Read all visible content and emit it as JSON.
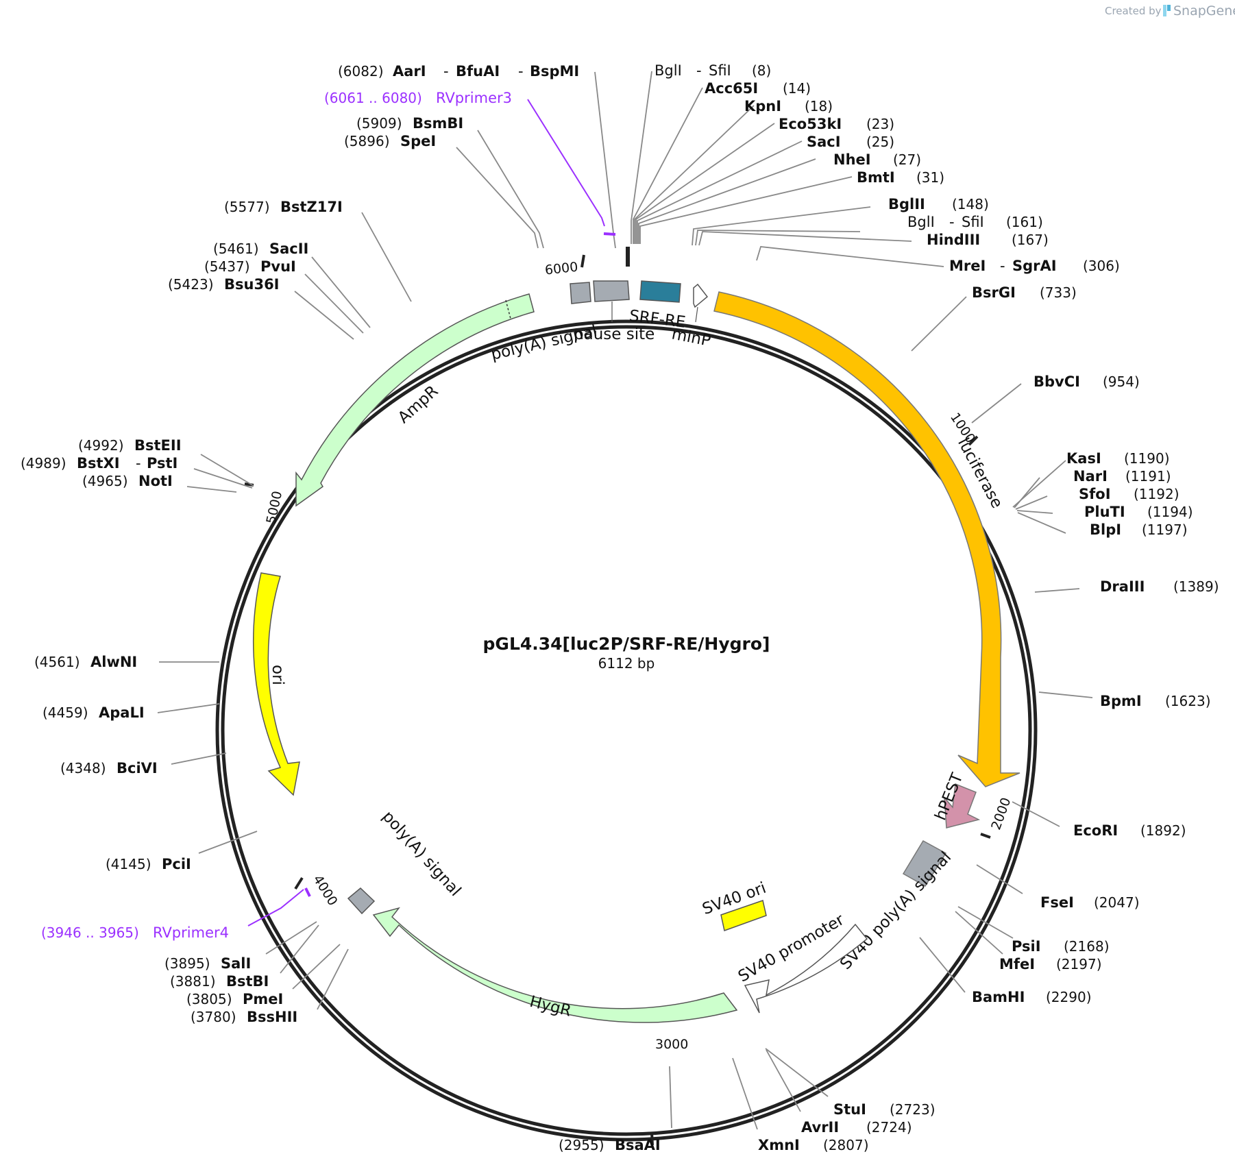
{
  "credit": {
    "prefix": "Created by",
    "brand": "SnapGene"
  },
  "plasmid": {
    "name": "pGL4.34[luc2P/SRF-RE/Hygro]",
    "length_label": "6112 bp"
  },
  "colors": {
    "backbone": "#222222",
    "luciferase": "#ffc200",
    "hpest": "#d392aa",
    "ori": "#ffff00",
    "sv40_ori": "#ffff00",
    "ampr": "#ccffcc",
    "hygr": "#ccffcc",
    "srf_re": "#2a7e9a",
    "grey_feature": "#a5abb2",
    "primer": "#9b30ff",
    "leader": "#888888"
  },
  "ticks": [
    "1000",
    "2000",
    "3000",
    "4000",
    "5000",
    "6000"
  ],
  "features": {
    "luciferase": "luciferase",
    "hpest": "hPEST",
    "ampr": "AmpR",
    "ori": "ori",
    "hygr": "HygR",
    "polya_top": "poly(A) signal",
    "pause_site": "pause site",
    "srf_re": "SRF-RE",
    "minp": "minP",
    "sv40_polya": "SV40 poly(A) signal",
    "sv40_promoter": "SV40 promoter",
    "sv40_ori": "SV40 ori",
    "polya_left": "poly(A) signal"
  },
  "sites": [
    {
      "pos": "(6082)",
      "names": [
        "AarI",
        "BfuAI",
        "BspMI"
      ]
    },
    {
      "pos": "(5909)",
      "names": [
        "BsmBI"
      ]
    },
    {
      "pos": "(5896)",
      "names": [
        "SpeI"
      ]
    },
    {
      "pos": "(5577)",
      "names": [
        "BstZ17I"
      ]
    },
    {
      "pos": "(5461)",
      "names": [
        "SacII"
      ]
    },
    {
      "pos": "(5437)",
      "names": [
        "PvuI"
      ]
    },
    {
      "pos": "(5423)",
      "names": [
        "Bsu36I"
      ]
    },
    {
      "pos": "(4992)",
      "names": [
        "BstEII"
      ]
    },
    {
      "pos": "(4989)",
      "names": [
        "BstXI",
        "PstI"
      ]
    },
    {
      "pos": "(4965)",
      "names": [
        "NotI"
      ]
    },
    {
      "pos": "(4561)",
      "names": [
        "AlwNI"
      ]
    },
    {
      "pos": "(4459)",
      "names": [
        "ApaLI"
      ]
    },
    {
      "pos": "(4348)",
      "names": [
        "BciVI"
      ]
    },
    {
      "pos": "(4145)",
      "names": [
        "PciI"
      ]
    },
    {
      "pos": "(3895)",
      "names": [
        "SalI"
      ]
    },
    {
      "pos": "(3881)",
      "names": [
        "BstBI"
      ]
    },
    {
      "pos": "(3805)",
      "names": [
        "PmeI"
      ]
    },
    {
      "pos": "(3780)",
      "names": [
        "BssHII"
      ]
    },
    {
      "pos": "(2955)",
      "names": [
        "BsaAI"
      ]
    },
    {
      "pos": "(2807)",
      "names": [
        "XmnI"
      ]
    },
    {
      "pos": "(2724)",
      "names": [
        "AvrII"
      ]
    },
    {
      "pos": "(2723)",
      "names": [
        "StuI"
      ]
    },
    {
      "pos": "(2290)",
      "names": [
        "BamHI"
      ]
    },
    {
      "pos": "(2197)",
      "names": [
        "MfeI"
      ]
    },
    {
      "pos": "(2168)",
      "names": [
        "PsiI"
      ]
    },
    {
      "pos": "(2047)",
      "names": [
        "FseI"
      ]
    },
    {
      "pos": "(1892)",
      "names": [
        "EcoRI"
      ]
    },
    {
      "pos": "(1623)",
      "names": [
        "BpmI"
      ]
    },
    {
      "pos": "(1389)",
      "names": [
        "DraIII"
      ]
    },
    {
      "pos": "(1197)",
      "names": [
        "BlpI"
      ]
    },
    {
      "pos": "(1194)",
      "names": [
        "PluTI"
      ]
    },
    {
      "pos": "(1192)",
      "names": [
        "SfoI"
      ]
    },
    {
      "pos": "(1191)",
      "names": [
        "NarI"
      ]
    },
    {
      "pos": "(1190)",
      "names": [
        "KasI"
      ]
    },
    {
      "pos": "(954)",
      "names": [
        "BbvCI"
      ]
    },
    {
      "pos": "(733)",
      "names": [
        "BsrGI"
      ]
    },
    {
      "pos": "(306)",
      "names": [
        "MreI",
        "SgrAI"
      ]
    },
    {
      "pos": "(167)",
      "names": [
        "HindIII"
      ]
    },
    {
      "pos": "(161)",
      "names": [
        "BglI",
        "SfiI"
      ]
    },
    {
      "pos": "(148)",
      "names": [
        "BglII"
      ]
    },
    {
      "pos": "(31)",
      "names": [
        "BmtI"
      ]
    },
    {
      "pos": "(27)",
      "names": [
        "NheI"
      ]
    },
    {
      "pos": "(25)",
      "names": [
        "SacI"
      ]
    },
    {
      "pos": "(23)",
      "names": [
        "Eco53kI"
      ]
    },
    {
      "pos": "(18)",
      "names": [
        "KpnI"
      ]
    },
    {
      "pos": "(14)",
      "names": [
        "Acc65I"
      ]
    },
    {
      "pos": "(8)",
      "names": [
        "BglI",
        "SfiI"
      ]
    }
  ],
  "primers": [
    {
      "range": "(6061 .. 6080)",
      "name": "RVprimer3"
    },
    {
      "range": "(3946 .. 3965)",
      "name": "RVprimer4"
    }
  ]
}
